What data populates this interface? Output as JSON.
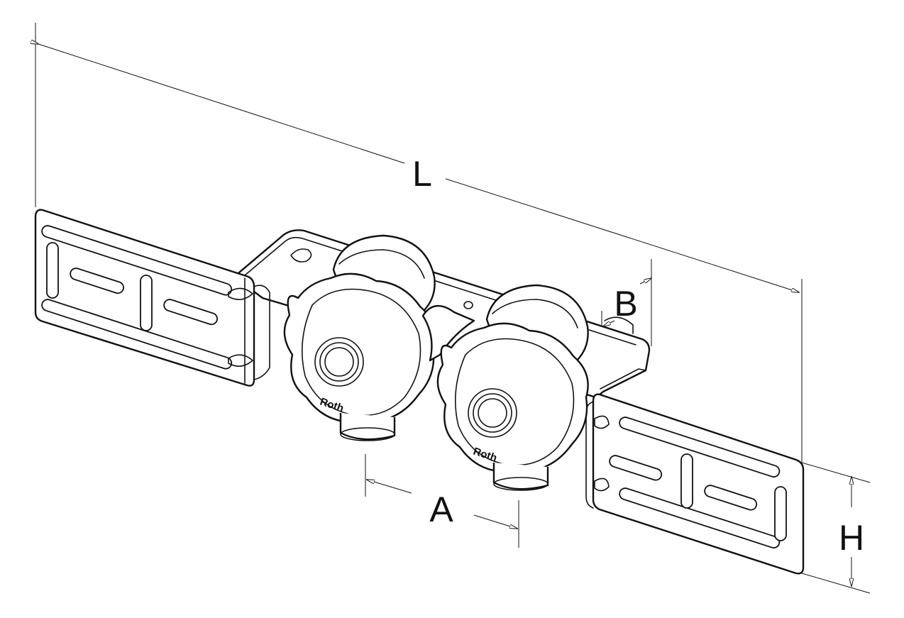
{
  "dimensions": {
    "length": "L",
    "spacing": "A",
    "depth": "B",
    "height": "H"
  },
  "brand": "Roth",
  "colors": {
    "line": "#111111",
    "background": "#ffffff"
  }
}
